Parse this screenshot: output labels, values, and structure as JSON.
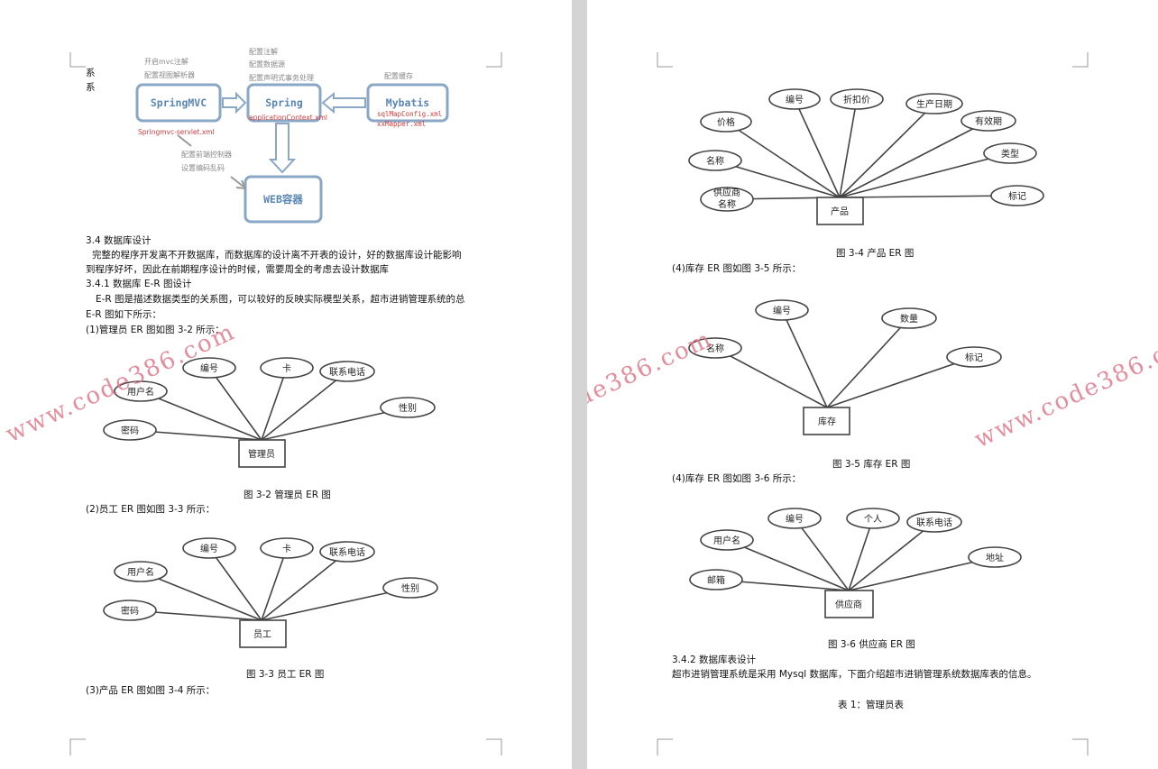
{
  "left": {
    "vertical_chars": [
      "系",
      "系"
    ],
    "arch": {
      "springmvc": {
        "title": "SpringMVC",
        "file": "Springmvc-servlet.xml",
        "notes": [
          "开启mvc注解",
          "配置视图解析器"
        ]
      },
      "spring": {
        "title": "Spring",
        "file": "applicationContext.xml",
        "notes": [
          "配置注解",
          "配置数据源",
          "配置声明式事务处理"
        ]
      },
      "mybatis": {
        "title": "Mybatis",
        "files": [
          "sqlMapConfig.xml",
          "xxMapper.xml"
        ],
        "notes": [
          "配置缓存"
        ]
      },
      "web": {
        "title": "WEB容器",
        "notes": [
          "配置前端控制器",
          "设置编码乱码"
        ]
      }
    },
    "sec_34": "3.4 数据库设计",
    "para1_l1": "完整的程序开发离不开数据库，而数据库的设计离不开表的设计，好的数据库设计能影响",
    "para1_l2": "到程序好坏，因此在前期程序设计的时候，需要周全的考虑去设计数据库",
    "sec_341": "3.4.1  数据库 E-R 图设计",
    "para2_l1": "E-R 图是描述数据类型的关系图，可以较好的反映实际模型关系，超市进销管理系统的总",
    "para2_l2": "E-R 图如下所示：",
    "item1": "(1)管理员 ER 图如图 3-2 所示：",
    "er_admin": {
      "entity": "管理员",
      "attrs": [
        "用户名",
        "编号",
        "卡",
        "联系电话",
        "性别",
        "密码"
      ]
    },
    "cap_32": "图 3-2  管理员 ER 图",
    "item2": "(2)员工 ER 图如图 3-3 所示：",
    "er_staff": {
      "entity": "员工",
      "attrs": [
        "用户名",
        "编号",
        "卡",
        "联系电话",
        "性别",
        "密码"
      ]
    },
    "cap_33": "图 3-3  员工 ER 图",
    "item3": "(3)产品 ER 图如图 3-4 所示："
  },
  "right": {
    "er_product": {
      "entity": "产品",
      "attrs": [
        "价格",
        "编号",
        "折扣价",
        "生产日期",
        "有效期",
        "名称",
        "类型",
        "供应商名称",
        "标记"
      ]
    },
    "cap_34": "图 3-4  产品 ER 图",
    "item4a": "(4)库存 ER 图如图 3-5 所示：",
    "er_stock": {
      "entity": "库存",
      "attrs": [
        "编号",
        "数量",
        "名称",
        "标记"
      ]
    },
    "cap_35": "图 3-5  库存 ER 图",
    "item4b": "(4)库存 ER 图如图 3-6 所示：",
    "er_supplier": {
      "entity": "供应商",
      "attrs": [
        "编号",
        "个人",
        "用户名",
        "联系电话",
        "地址",
        "邮箱"
      ]
    },
    "cap_36": "图 3-6  供应商 ER 图",
    "sec_342": "3.4.2  数据库表设计",
    "para3": "超市进销管理系统是采用 Mysql 数据库，下面介绍超市进销管理系统数据库表的信息。",
    "table1": "表 1：管理员表"
  },
  "watermark": "www.code386.com"
}
